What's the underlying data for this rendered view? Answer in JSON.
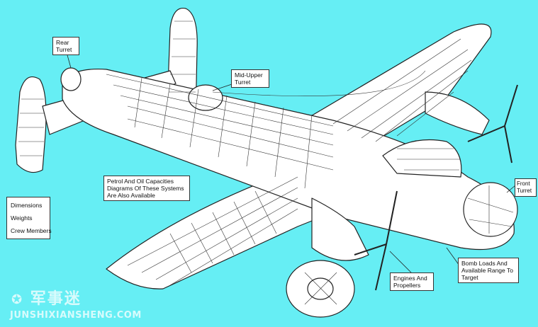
{
  "labels": {
    "rear_turret": [
      "Rear",
      "Turret"
    ],
    "mid_upper_turret": [
      "Mid-Upper",
      "Turret"
    ],
    "front_turret": [
      "Front",
      "Turret"
    ],
    "capacities": [
      "Petrol And Oil Capacities",
      "Diagrams Of These Systems",
      "Are Also Available"
    ],
    "specs": [
      "Dimensions",
      "Weights",
      "Crew Members"
    ],
    "engines": [
      "Engines And",
      "Propellers"
    ],
    "bomb_loads": [
      "Bomb Loads And",
      "Available Range To",
      "Target"
    ]
  },
  "watermark": {
    "logo_text": "军事迷",
    "site": "JUNSHIXIANSHENG.COM"
  },
  "colors": {
    "background": "#66eef4",
    "line": "#222222",
    "fill": "#ffffff"
  }
}
